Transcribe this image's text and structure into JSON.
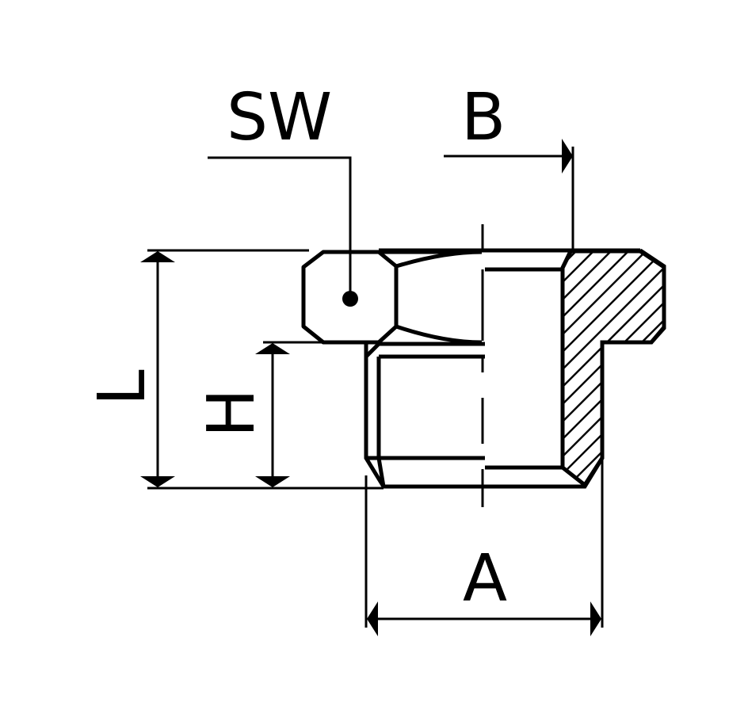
{
  "labels": {
    "sw": "SW",
    "b": "B",
    "l": "L",
    "h": "H",
    "a": "A"
  },
  "colors": {
    "ink": "#000000",
    "paper": "#ffffff"
  }
}
